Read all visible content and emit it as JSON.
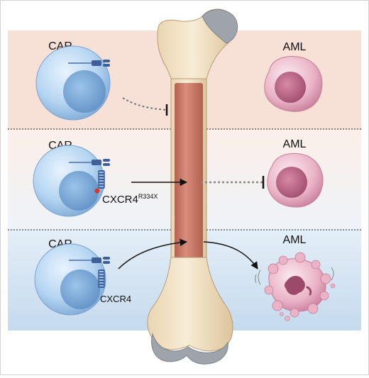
{
  "rows": [
    {
      "cell_label": "CAR",
      "receptor_label": "",
      "target_label": "AML"
    },
    {
      "cell_label": "CAR",
      "receptor_label": "CXCR4",
      "receptor_superscript": "R334X",
      "target_label": "AML"
    },
    {
      "cell_label": "CAR",
      "receptor_label": "CXCR4",
      "target_label": "AML"
    }
  ],
  "colors": {
    "band_top": "#f7e1d6",
    "band_middle": "#fbf2ee",
    "band_bottom": "#d9e7f3",
    "bone": "#f4e6cc",
    "marrow": "#cf8270",
    "cell_blue": "#a9cdee",
    "aml_pink": "#e6a7bd",
    "receptor_blue": "#3f5f98",
    "mutation_red": "#d9342b"
  },
  "icons": [
    "car-construct-icon",
    "cxcr4-receptor-icon",
    "inhibition-arrow-icon",
    "activation-arrow-icon",
    "dividing-aml-cell-icon"
  ]
}
